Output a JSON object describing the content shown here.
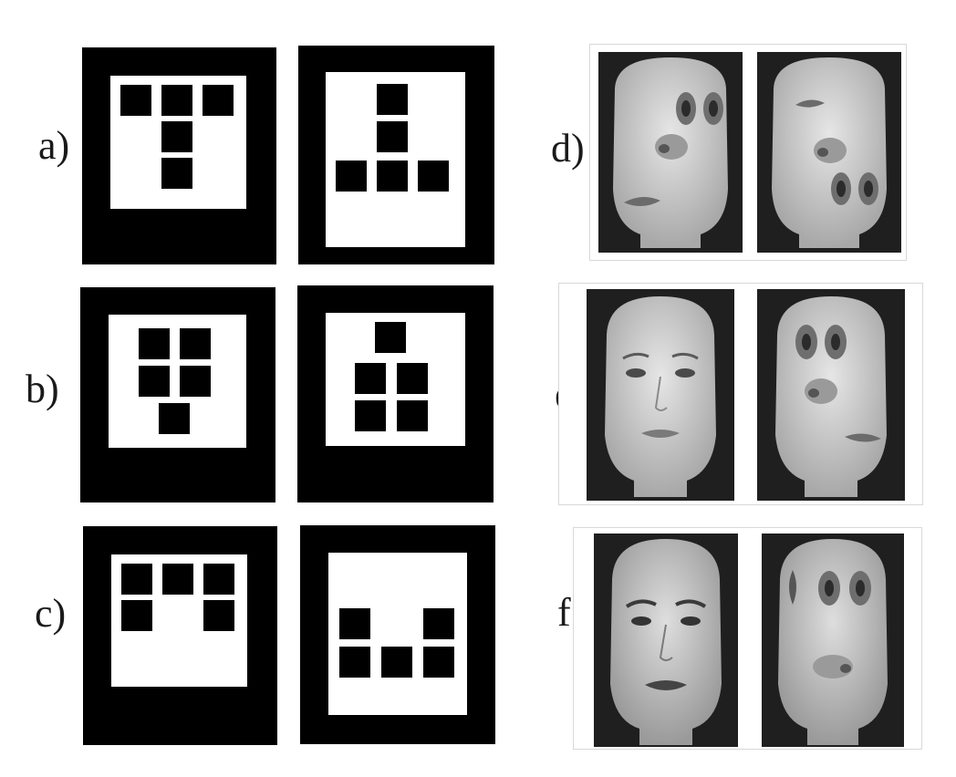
{
  "labels": {
    "a": "a)",
    "b": "b)",
    "c": "c)",
    "d": "d)",
    "e": "e)",
    "f": "f"
  },
  "colors": {
    "panel_black": "#000000",
    "panel_white": "#ffffff",
    "skin": "#d9d9d9",
    "photo_bg": "#1f1f1f"
  },
  "panels": {
    "a_left": "T shape of 5 squares",
    "a_right": "inverted T shape of 5 squares",
    "b_left": "P shape of 5 squares",
    "b_right": "rotated P shape of 5 squares",
    "c_left": "M-like shape of 5 squares",
    "c_right": "U shape of 5 squares",
    "d": "two scrambled face images",
    "e": "normal face and scrambled face",
    "f": "normal face and scrambled face"
  }
}
